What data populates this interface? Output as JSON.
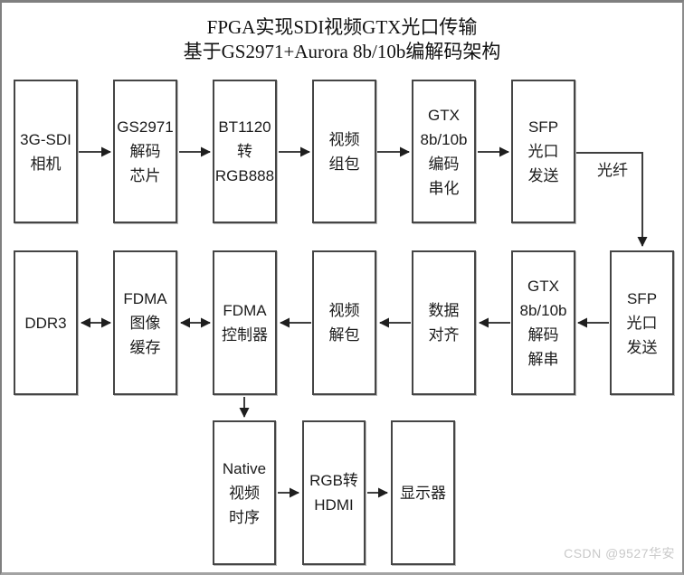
{
  "title": {
    "line1": "FPGA实现SDI视频GTX光口传输",
    "line2": "基于GS2971+Aurora 8b/10b编解码架构"
  },
  "boxes": {
    "sdi_camera": "3G-SDI\n相机",
    "gs2971": "GS2971\n解码\n芯片",
    "bt1120": "BT1120\n转\nRGB888",
    "video_pack": "视频\n组包",
    "gtx_encode": "GTX\n8b/10b\n编码\n串化",
    "sfp_tx": "SFP\n光口\n发送",
    "ddr3": "DDR3",
    "fdma_buffer": "FDMA\n图像\n缓存",
    "fdma_ctrl": "FDMA\n控制器",
    "video_unpack": "视频\n解包",
    "data_align": "数据\n对齐",
    "gtx_decode": "GTX\n8b/10b\n解码\n解串",
    "sfp_rx": "SFP\n光口\n发送",
    "native_timing": "Native\n视频\n时序",
    "rgb_hdmi": "RGB转\nHDMI",
    "display": "显示器"
  },
  "labels": {
    "fiber": "光纤"
  },
  "watermark": "CSDN @9527华安",
  "edges": [
    {
      "from": "sdi_camera",
      "to": "gs2971",
      "dir": "right"
    },
    {
      "from": "gs2971",
      "to": "bt1120",
      "dir": "right"
    },
    {
      "from": "bt1120",
      "to": "video_pack",
      "dir": "right"
    },
    {
      "from": "video_pack",
      "to": "gtx_encode",
      "dir": "right"
    },
    {
      "from": "gtx_encode",
      "to": "sfp_tx",
      "dir": "right"
    },
    {
      "from": "sfp_tx",
      "to": "sfp_rx",
      "dir": "elbow-down",
      "label": "光纤"
    },
    {
      "from": "sfp_rx",
      "to": "gtx_decode",
      "dir": "left"
    },
    {
      "from": "gtx_decode",
      "to": "data_align",
      "dir": "left"
    },
    {
      "from": "data_align",
      "to": "video_unpack",
      "dir": "left"
    },
    {
      "from": "video_unpack",
      "to": "fdma_ctrl",
      "dir": "left"
    },
    {
      "from": "fdma_ctrl",
      "to": "fdma_buffer",
      "dir": "both"
    },
    {
      "from": "fdma_buffer",
      "to": "ddr3",
      "dir": "both"
    },
    {
      "from": "fdma_ctrl",
      "to": "native_timing",
      "dir": "down"
    },
    {
      "from": "native_timing",
      "to": "rgb_hdmi",
      "dir": "right"
    },
    {
      "from": "rgb_hdmi",
      "to": "display",
      "dir": "right"
    }
  ],
  "colors": {
    "box_border": "#454545",
    "line": "#3f3f3f",
    "arrowhead": "#1e1e1e",
    "text": "#1b1b1b",
    "frame_border": "#7f7f7f",
    "watermark": "#c9c9c9",
    "background": "#ffffff"
  }
}
